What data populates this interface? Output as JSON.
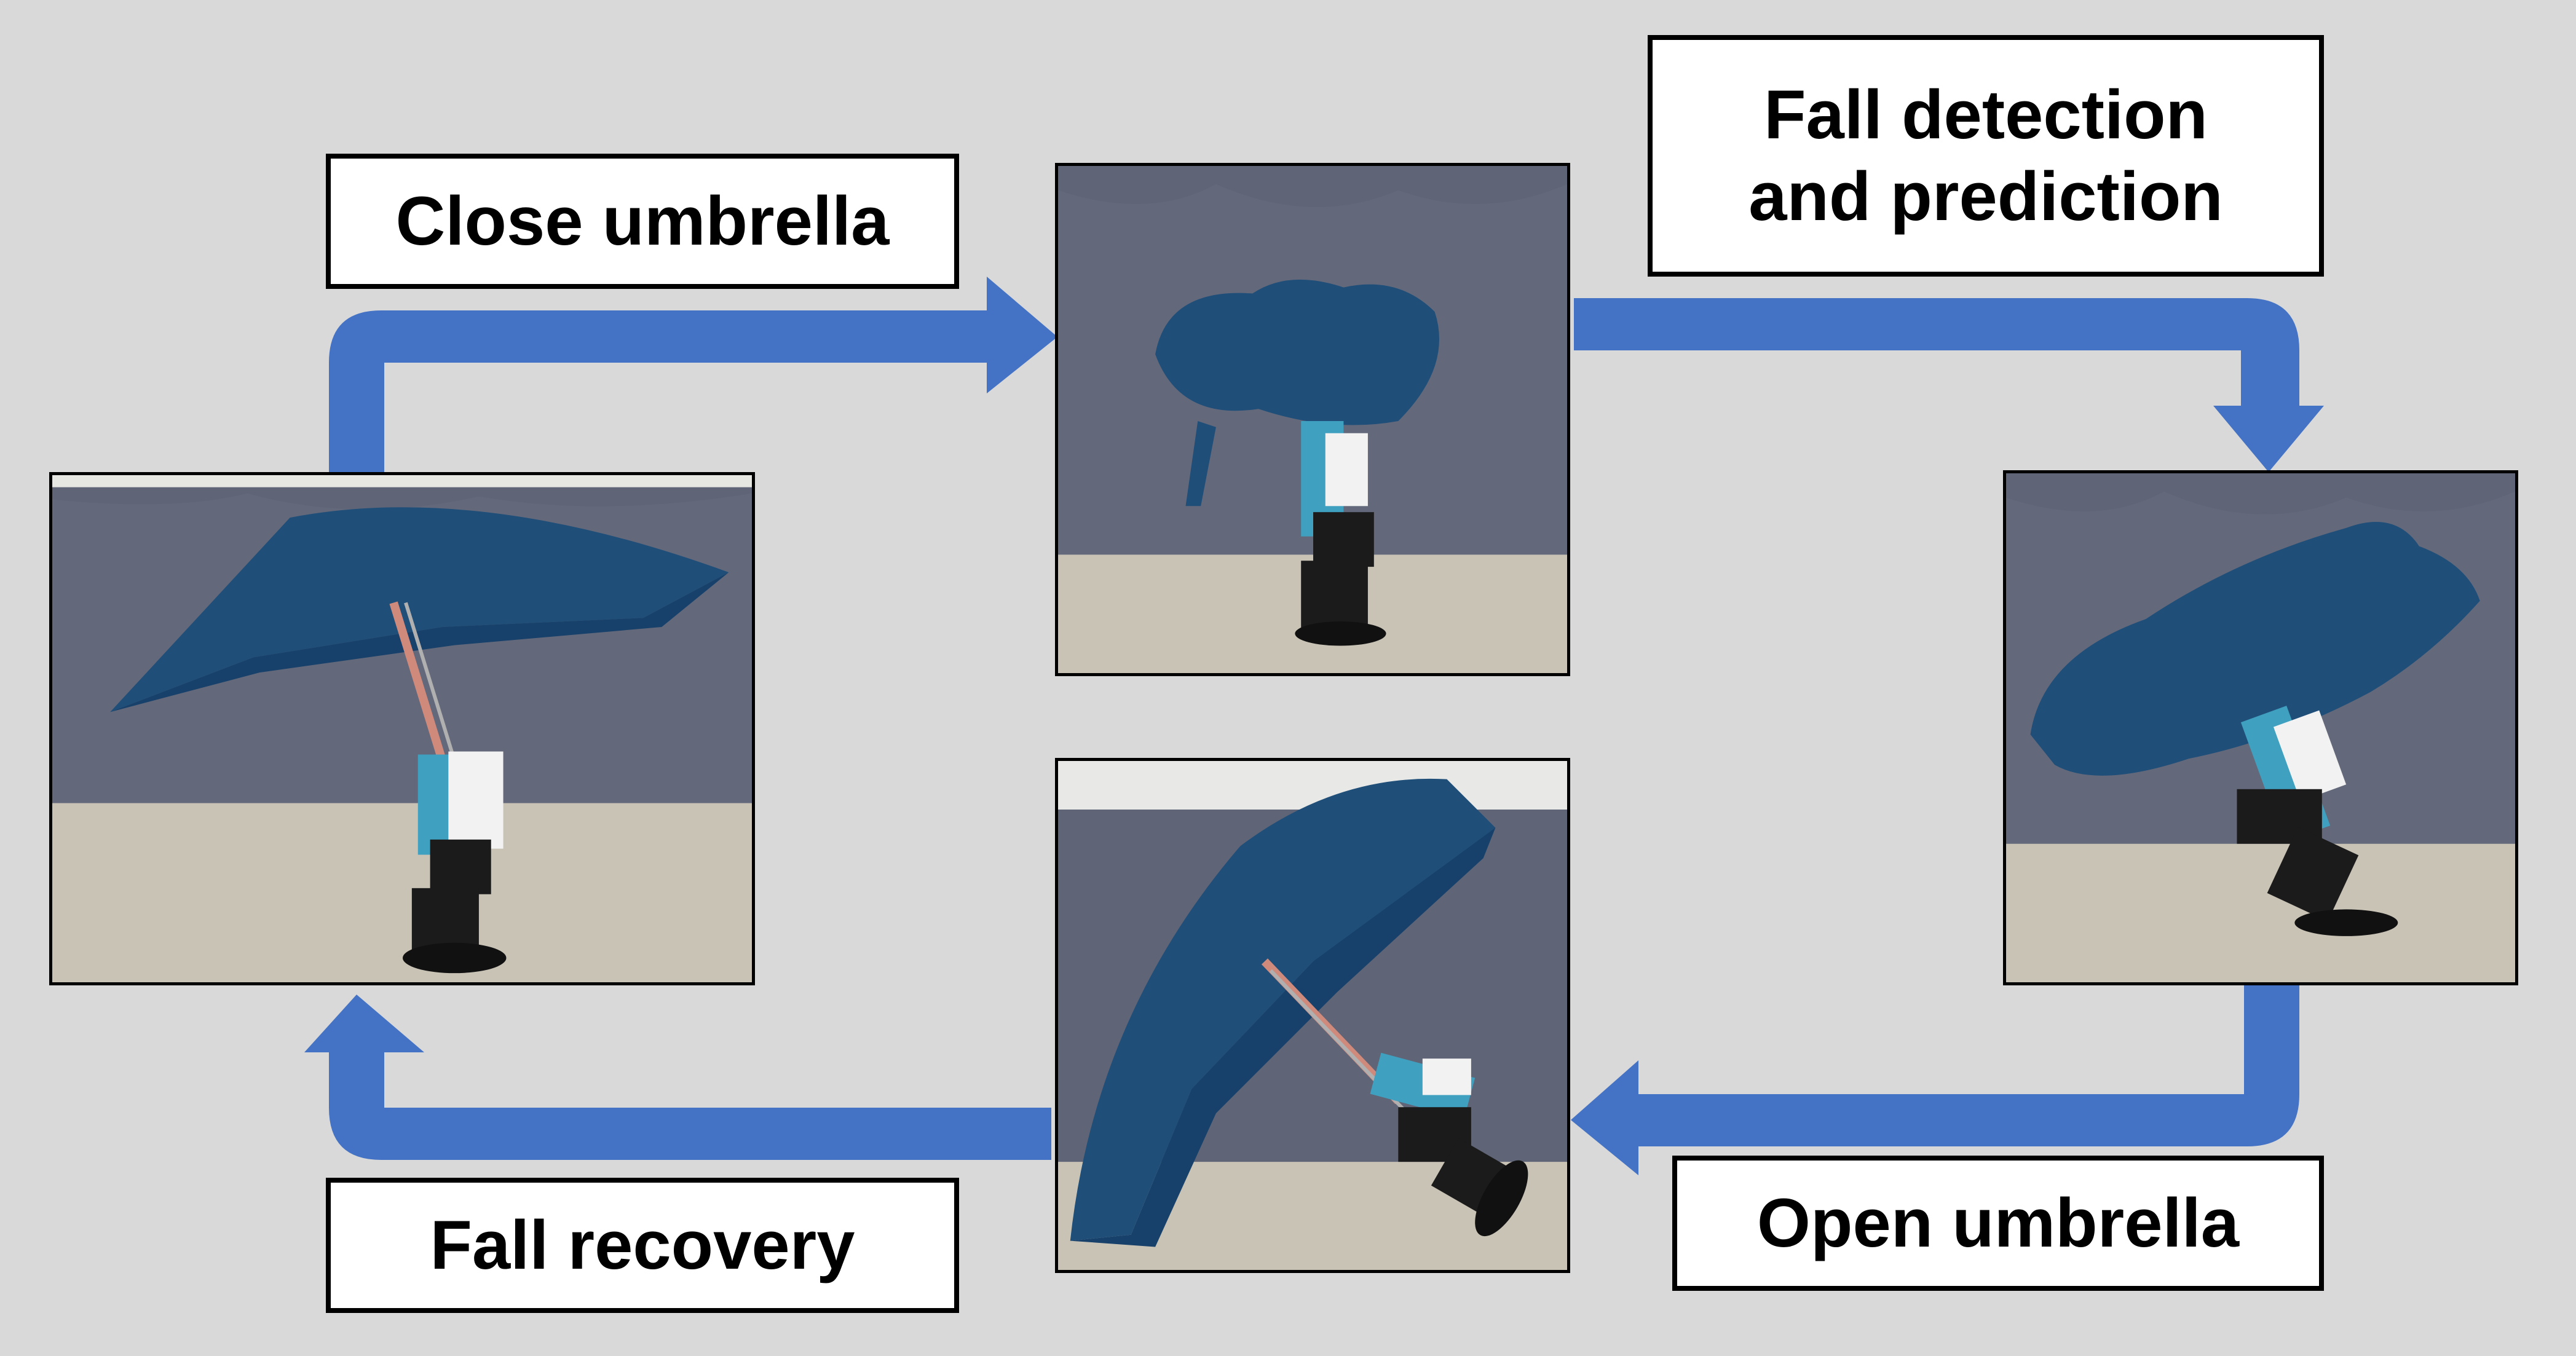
{
  "colors": {
    "background": "#d9d9d9",
    "arrow": "#4472c4",
    "umbrella": "#1f4e79",
    "robot": "#1b1b1b"
  },
  "steps": {
    "close_umbrella": "Close umbrella",
    "fall_detection": "Fall detection\nand prediction",
    "open_umbrella": "Open umbrella",
    "fall_recovery": "Fall recovery"
  },
  "photos": [
    {
      "name": "photo-umbrella-open-standing",
      "state": "umbrella open, robot standing"
    },
    {
      "name": "photo-umbrella-closed-standing",
      "state": "umbrella closed, robot standing"
    },
    {
      "name": "photo-robot-falling",
      "state": "robot tilting, umbrella opening"
    },
    {
      "name": "photo-umbrella-recovery",
      "state": "umbrella open, robot recovering"
    }
  ]
}
